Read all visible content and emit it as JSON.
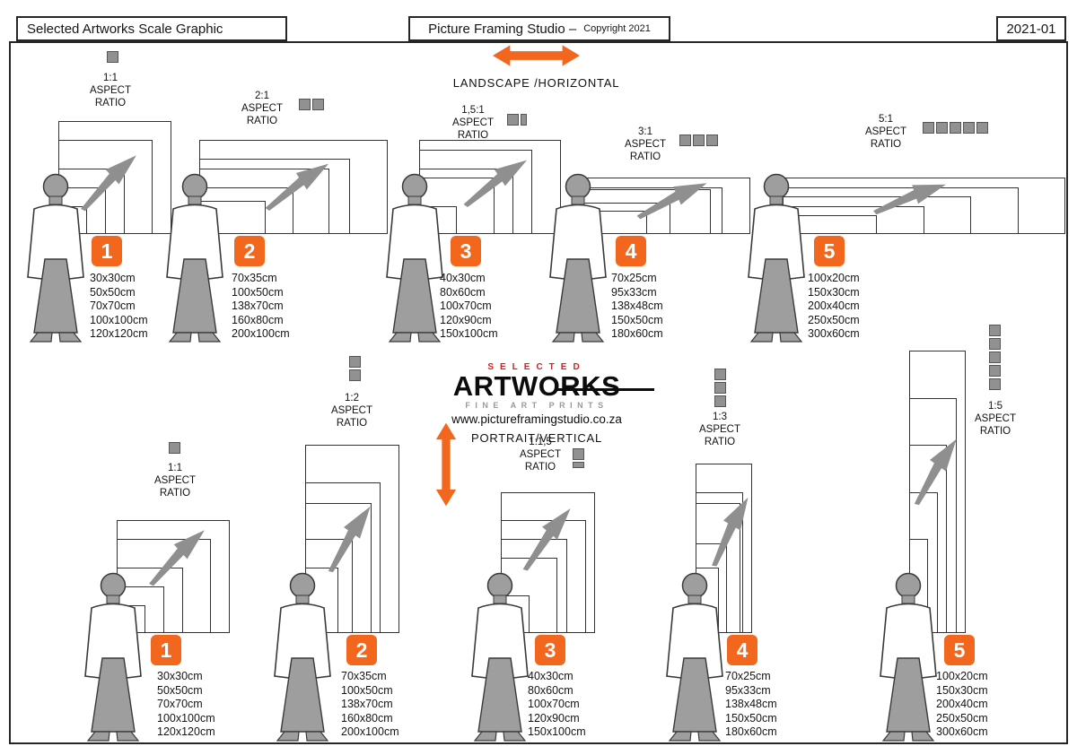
{
  "header": {
    "left_title": "Selected Artworks Scale Graphic",
    "studio_title": "Picture Framing Studio –",
    "copyright": "Copyright 2021",
    "page_code": "2021-01"
  },
  "labels": {
    "aspect_ratio": "ASPECT RATIO",
    "landscape_direction": "LANDSCAPE /HORIZONTAL",
    "portrait_direction": "PORTRAIT/VERTICAL"
  },
  "logo": {
    "selected": "SELECTED",
    "artworks": "ARTWORKS",
    "fine_art_prints": "FINE ART PRINTS",
    "website": "www.pictureframingstudio.co.za"
  },
  "colors": {
    "accent": "#F2661D",
    "neutral": "#8F8F8F"
  },
  "landscape": {
    "groups": [
      {
        "number": "1",
        "ratio": "1:1",
        "squares": 1,
        "sizes": [
          "30x30cm",
          "50x50cm",
          "70x70cm",
          "100x100cm",
          "120x120cm"
        ]
      },
      {
        "number": "2",
        "ratio": "2:1",
        "squares": 2,
        "sizes": [
          "70x35cm",
          "100x50cm",
          "138x70cm",
          "160x80cm",
          "200x100cm"
        ]
      },
      {
        "number": "3",
        "ratio": "1,5:1",
        "squares": 1.5,
        "sizes": [
          "40x30cm",
          "80x60cm",
          "100x70cm",
          "120x90cm",
          "150x100cm"
        ]
      },
      {
        "number": "4",
        "ratio": "3:1",
        "squares": 3,
        "sizes": [
          "70x25cm",
          "95x33cm",
          "138x48cm",
          "150x50cm",
          "180x60cm"
        ]
      },
      {
        "number": "5",
        "ratio": "5:1",
        "squares": 5,
        "sizes": [
          "100x20cm",
          "150x30cm",
          "200x40cm",
          "250x50cm",
          "300x60cm"
        ]
      }
    ]
  },
  "portrait": {
    "groups": [
      {
        "number": "1",
        "ratio": "1:1",
        "squares": 1,
        "sizes": [
          "30x30cm",
          "50x50cm",
          "70x70cm",
          "100x100cm",
          "120x120cm"
        ]
      },
      {
        "number": "2",
        "ratio": "1:2",
        "squares": 2,
        "sizes": [
          "70x35cm",
          "100x50cm",
          "138x70cm",
          "160x80cm",
          "200x100cm"
        ]
      },
      {
        "number": "3",
        "ratio": "1:1,5",
        "squares": 1.5,
        "sizes": [
          "40x30cm",
          "80x60cm",
          "100x70cm",
          "120x90cm",
          "150x100cm"
        ]
      },
      {
        "number": "4",
        "ratio": "1:3",
        "squares": 3,
        "sizes": [
          "70x25cm",
          "95x33cm",
          "138x48cm",
          "150x50cm",
          "180x60cm"
        ]
      },
      {
        "number": "5",
        "ratio": "1:5",
        "squares": 5,
        "sizes": [
          "100x20cm",
          "150x30cm",
          "200x40cm",
          "250x50cm",
          "300x60cm"
        ]
      }
    ]
  }
}
